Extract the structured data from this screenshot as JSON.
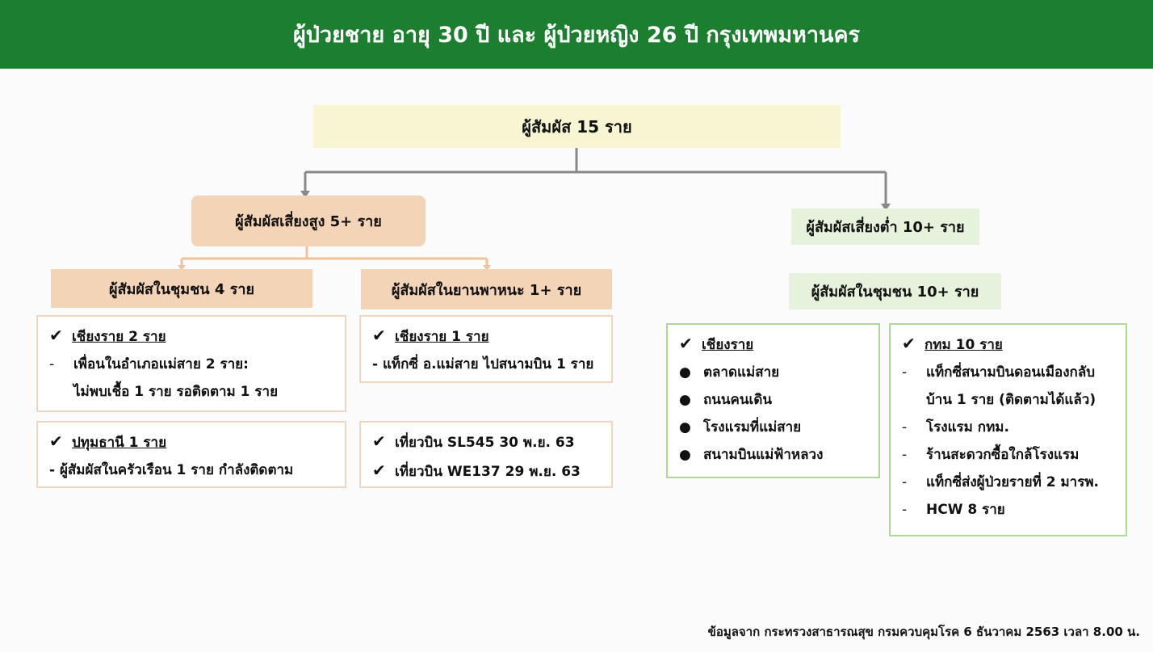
{
  "title": "ผู้ป่วยชาย อายุ 30 ปี และ ผู้ป่วยหญิง 26 ปี กรุงเทพมหานคร",
  "root": "ผู้สัมผัส 15  ราย",
  "high_risk": {
    "label": "ผู้สัมผัสเสี่ยงสูง 5+  ราย",
    "community": {
      "label": "ผู้สัมผัสในชุมชน 4 ราย",
      "card1": {
        "heading": "เชียงราย 2 ราย",
        "items": [
          "เพื่อนในอำเภอแม่สาย 2 ราย:",
          "ไม่พบเชื้อ 1 ราย รอติดตาม 1 ราย"
        ]
      },
      "card2": {
        "heading": "ปทุมธานี 1 ราย",
        "items": [
          "- ผู้สัมผัสในครัวเรือน 1 ราย กำลังติดตาม"
        ]
      }
    },
    "vehicle": {
      "label": "ผู้สัมผัสในยานพาหนะ 1+ ราย",
      "card1": {
        "heading": "เชียงราย 1 ราย",
        "items": [
          "- แท็กซี่ อ.แม่สาย ไปสนามบิน 1 ราย"
        ]
      },
      "card2": {
        "items": [
          "เที่ยวบิน  SL545 30 พ.ย. 63",
          "เที่ยวบิน WE137 29 พ.ย. 63"
        ]
      }
    }
  },
  "low_risk": {
    "label": "ผู้สัมผัสเสี่ยงต่ำ  10+ ราย",
    "community": {
      "label": "ผู้สัมผัสในชุมชน  10+ ราย",
      "card1": {
        "heading": "เชียงราย",
        "items": [
          "ตลาดแม่สาย",
          "ถนนคนเดิน",
          "โรงแรมที่แม่สาย",
          "สนามบินแม่ฟ้าหลวง"
        ]
      },
      "card2": {
        "heading": "กทม 10  ราย",
        "items": [
          "แท็กซี่สนามบินดอนเมืองกลับ",
          "บ้าน 1 ราย (ติดตามได้แล้ว)",
          "โรงแรม กทม.",
          "ร้านสะดวกซื้อใกล้โรงแรม",
          "แท็กซี่ส่งผู้ป่วยรายที่ 2 มารพ.",
          "HCW 8 ราย"
        ]
      }
    }
  },
  "footer": "ข้อมูลจาก กระทรวงสาธารณสุข กรมควบคุมโรค 6 ธันวาคม 2563 เวลา 8.00 น.",
  "colors": {
    "header": "#1c7e2f",
    "root": "#f7f5d2",
    "high": "#f3d4b7",
    "low": "#e5f2dc"
  }
}
